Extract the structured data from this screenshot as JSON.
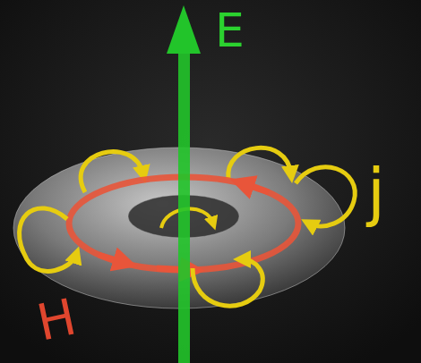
{
  "diagram": {
    "labels": [
      "E",
      "j",
      "H"
    ]
  }
}
